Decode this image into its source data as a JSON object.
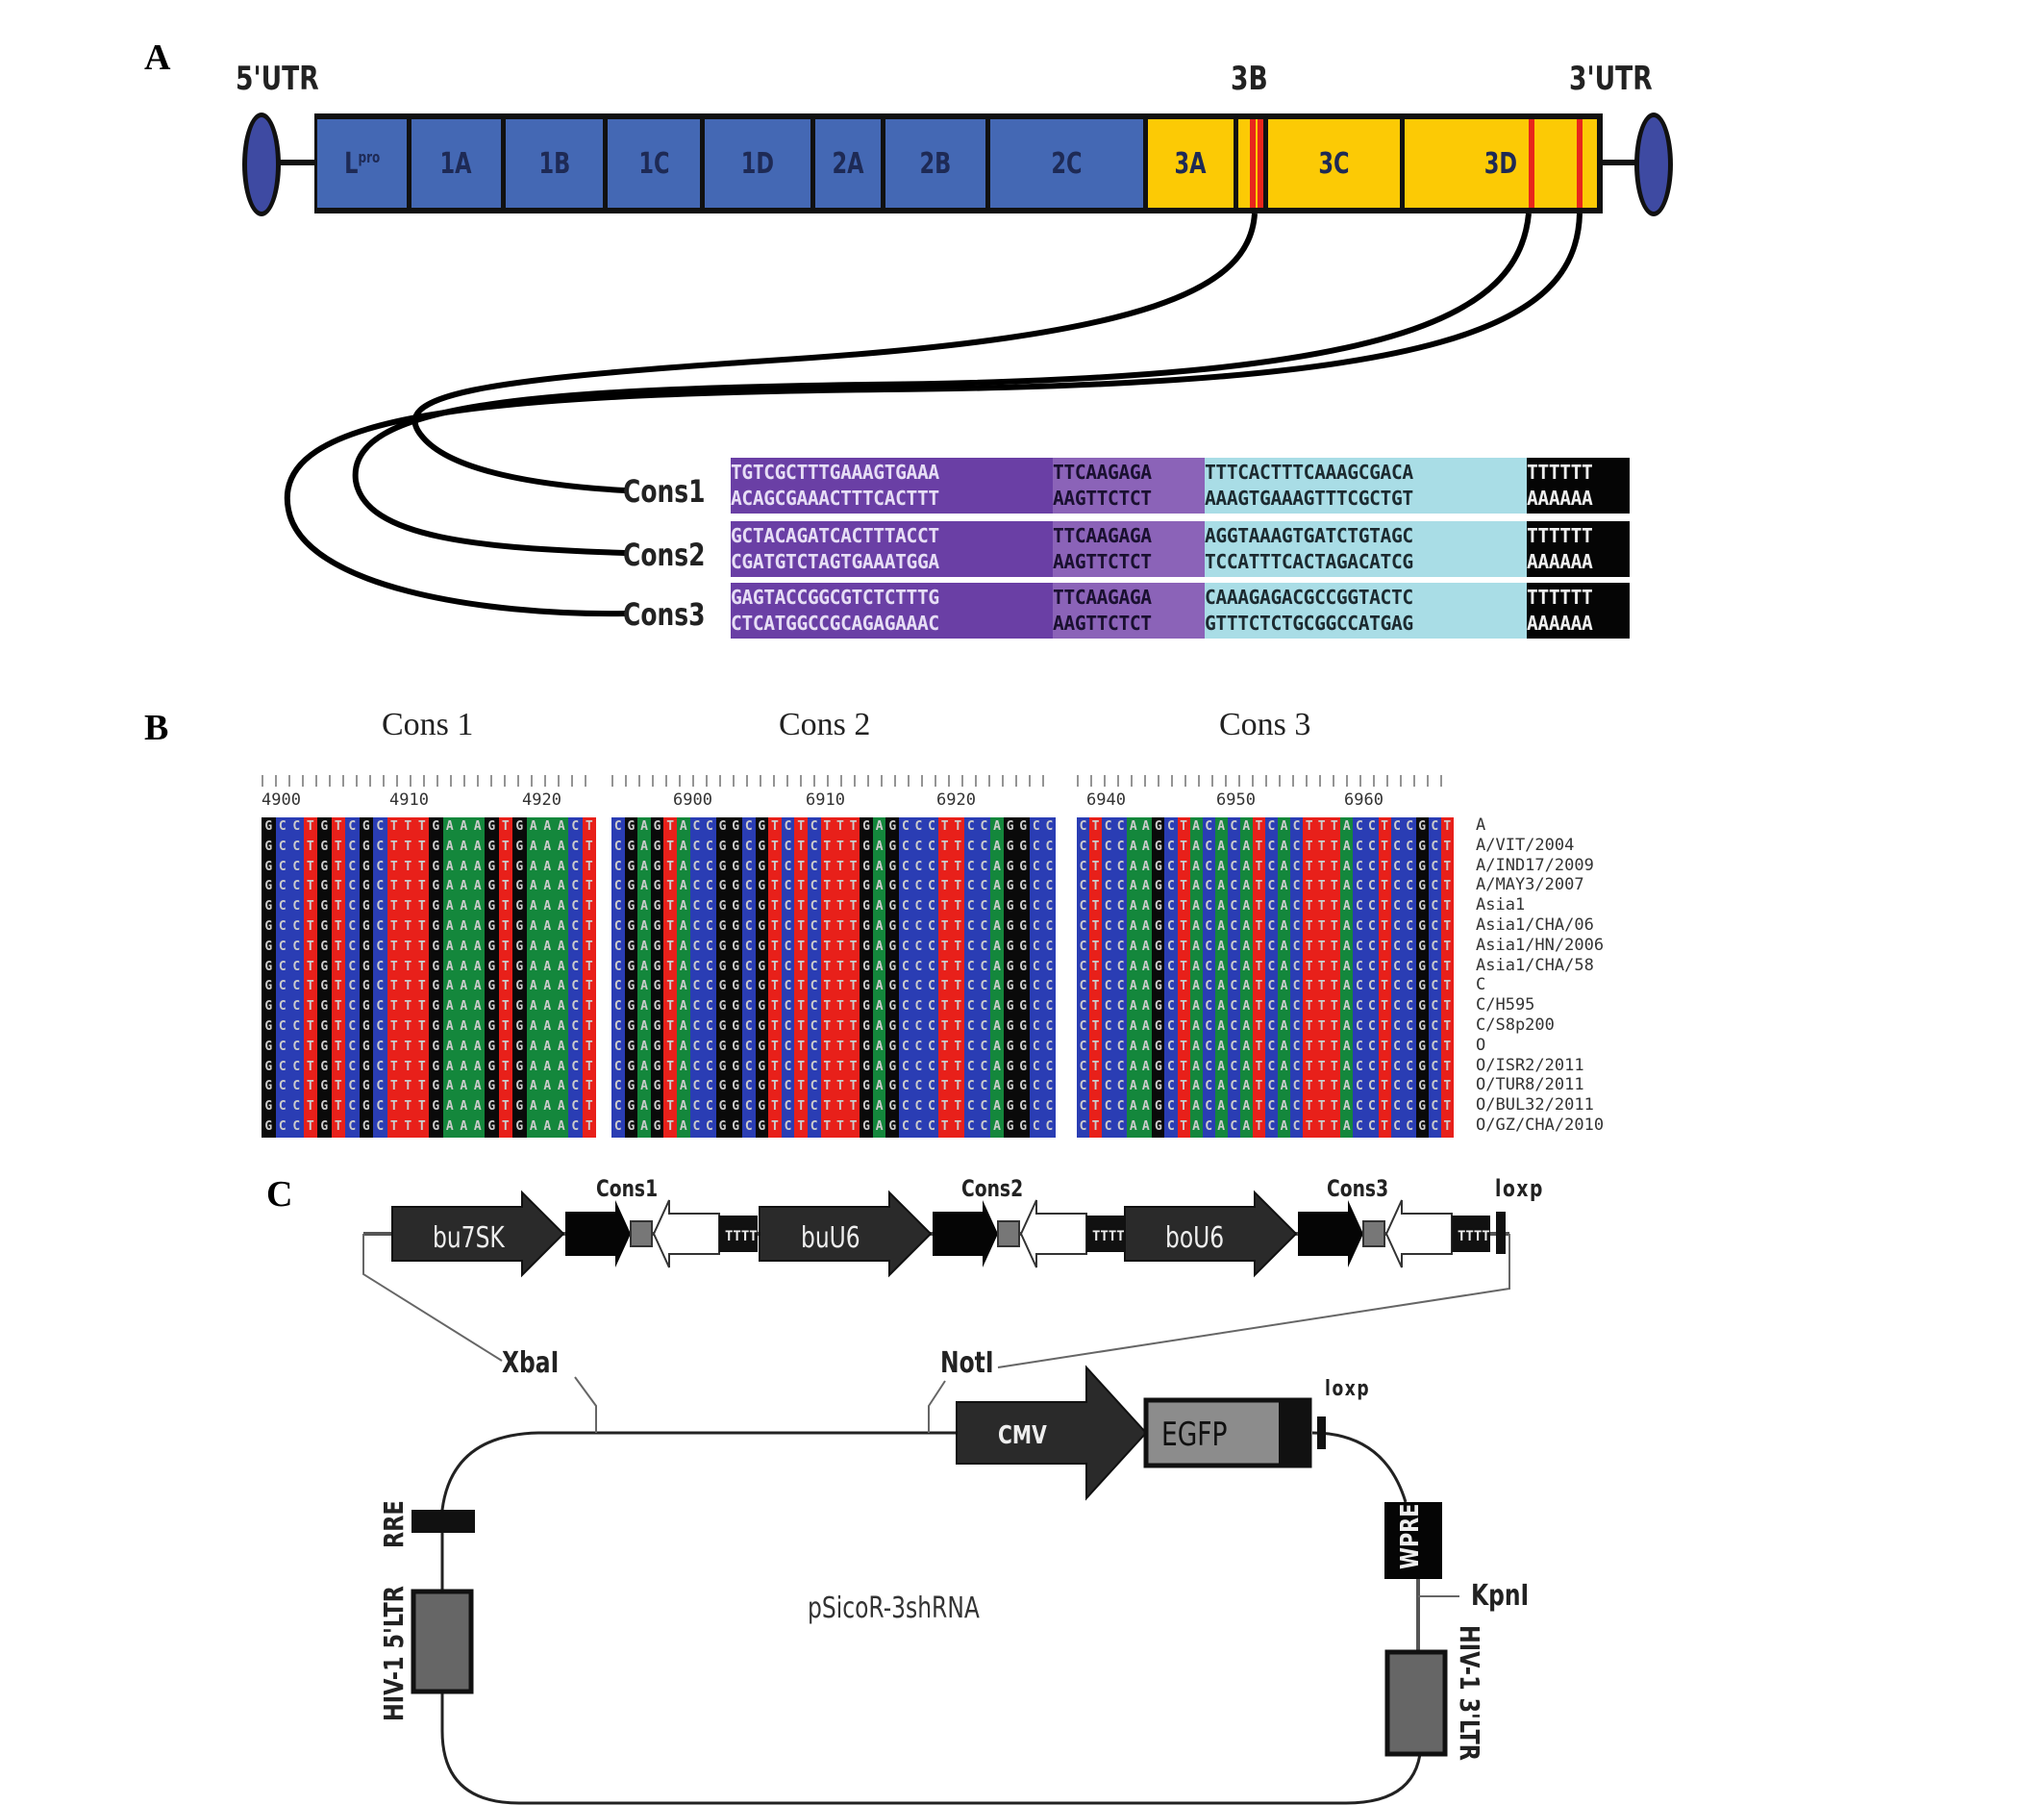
{
  "panelA": {
    "letter": "A",
    "utr5": "5'UTR",
    "utr3": "3'UTR",
    "label_3B": "3B",
    "segments": [
      {
        "name": "Lpro",
        "label": "L",
        "sup": "pro",
        "color": "#4468b4"
      },
      {
        "name": "1A",
        "label": "1A",
        "color": "#4468b4"
      },
      {
        "name": "1B",
        "label": "1B",
        "color": "#4468b4"
      },
      {
        "name": "1C",
        "label": "1C",
        "color": "#4468b4"
      },
      {
        "name": "1D",
        "label": "1D",
        "color": "#4468b4"
      },
      {
        "name": "2A",
        "label": "2A",
        "color": "#4468b4"
      },
      {
        "name": "2B",
        "label": "2B",
        "color": "#4468b4"
      },
      {
        "name": "2C",
        "label": "2C",
        "color": "#4468b4"
      },
      {
        "name": "3A",
        "label": "3A",
        "color": "#fcca05"
      },
      {
        "name": "3B",
        "label": "",
        "color": "#fcca05"
      },
      {
        "name": "3C",
        "label": "3C",
        "color": "#fcca05"
      },
      {
        "name": "3D",
        "label": "3D",
        "color": "#fcca05"
      }
    ],
    "target_marker_color": "#e8261c",
    "constructs": [
      {
        "label": "Cons1",
        "sense": [
          "TGTCGCTTTGAAAGTGAAA",
          "TTCAAGAGA",
          "TTTCACTTTCAAAGCGACA",
          "TTTTTT"
        ],
        "antisense": [
          "ACAGCGAAACTTTCACTTT",
          "AAGTTCTCT",
          "AAAGTGAAAGTTTCGCTGT",
          "AAAAAA"
        ]
      },
      {
        "label": "Cons2",
        "sense": [
          "GCTACAGATCACTTTACCT",
          "TTCAAGAGA",
          "AGGTAAAGTGATCTGTAGC",
          "TTTTTT"
        ],
        "antisense": [
          "CGATGTCTAGTGAAATGGA",
          "AAGTTCTCT",
          "TCCATTTCACTAGACATCG",
          "AAAAAA"
        ]
      },
      {
        "label": "Cons3",
        "sense": [
          "GAGTACCGGCGTCTCTTTG",
          "TTCAAGAGA",
          "CAAAGAGACGCCGGTACTC",
          "TTTTTT"
        ],
        "antisense": [
          "CTCATGGCCGCAGAGAAAC",
          "AAGTTCTCT",
          "GTTTCTCTGCGGCCATGAG",
          "AAAAAA"
        ]
      }
    ],
    "seq_colors": {
      "stem5": "#6a3fa5",
      "loop": "#8b63b8",
      "stem3": "#a9dde6",
      "term": "#050505"
    }
  },
  "panelB": {
    "letter": "B",
    "blocks": [
      {
        "title": "Cons 1",
        "ticks": [
          "4900",
          "4910",
          "4920"
        ],
        "consensus": "GCCTGTCGCTTTGAAAGTGAAACT"
      },
      {
        "title": "Cons 2",
        "ticks": [
          "6900",
          "6910",
          "6920"
        ],
        "consensus": "CGAGTACCGGCGTCTCTTTGAGCCCTTCCAGGCC"
      },
      {
        "title": "Cons 3",
        "ticks": [
          "6940",
          "6950",
          "6960"
        ],
        "consensus": "CTCCAAGCTACACATCACTTTACCTCCGCT"
      }
    ],
    "strains": [
      "A",
      "A/VIT/2004",
      "A/IND17/2009",
      "A/MAY3/2007",
      "Asia1",
      "Asia1/CHA/06",
      "Asia1/HN/2006",
      "Asia1/CHA/58",
      "C",
      "C/H595",
      "C/S8p200",
      "O",
      "O/ISR2/2011",
      "O/TUR8/2011",
      "O/BUL32/2011",
      "O/GZ/CHA/2010"
    ],
    "base_colors": {
      "A": "#14873c",
      "C": "#2a3db4",
      "G": "#0a0a0a",
      "T": "#e8201a"
    }
  },
  "panelC": {
    "letter": "C",
    "insert": {
      "promoters": [
        "bu7SK",
        "buU6",
        "boU6"
      ],
      "cons_labels": [
        "Cons1",
        "Cons2",
        "Cons3"
      ],
      "terminator": "TTTT",
      "loxp": "loxp"
    },
    "sites": {
      "xbai": "XbaI",
      "noti": "NotI",
      "kpni": "KpnI"
    },
    "plasmid_name": "pSicoR-3shRNA",
    "features": {
      "cmv": "CMV",
      "egfp": "EGFP",
      "loxp": "loxp",
      "wpre": "WPRE",
      "rre": "RRE",
      "ltr5": "HIV-1 5'LTR",
      "ltr3": "HIV-1 3'LTR"
    }
  }
}
